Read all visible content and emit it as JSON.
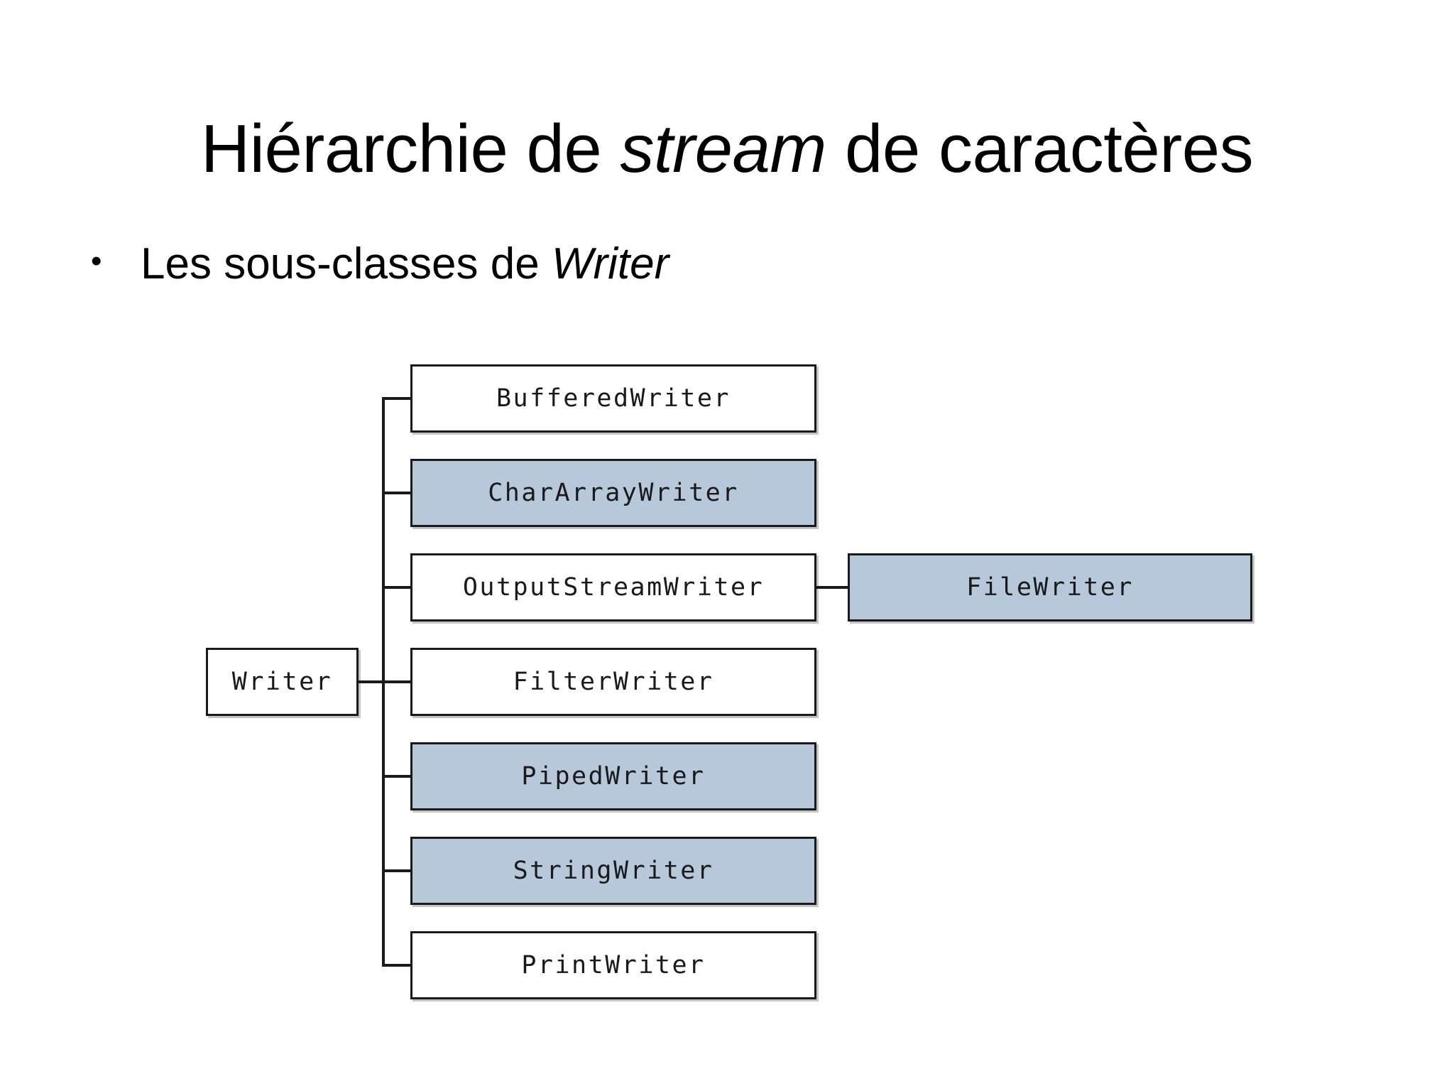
{
  "slide": {
    "title": {
      "part1": "Hiérarchie de ",
      "emphasis": "stream",
      "part2": " de caractères",
      "full": "Hiérarchie de stream de caractères"
    },
    "bullets": [
      {
        "marker": "•",
        "text_before": "Les sous-classes de ",
        "emphasis": "Writer",
        "text_after": ""
      }
    ]
  },
  "diagram": {
    "type": "class-hierarchy-tree",
    "root": {
      "label": "Writer",
      "filled": false
    },
    "colors": {
      "box_fill_highlight": "#b6c8da",
      "box_fill_plain": "#ffffff",
      "box_border": "#1a1a1a",
      "connector": "#1a1a1a",
      "shadow": "#969696"
    },
    "children": [
      {
        "label": "BufferedWriter",
        "filled": false
      },
      {
        "label": "CharArrayWriter",
        "filled": true
      },
      {
        "label": "OutputStreamWriter",
        "filled": false
      },
      {
        "label": "FilterWriter",
        "filled": false
      },
      {
        "label": "PipedWriter",
        "filled": true
      },
      {
        "label": "StringWriter",
        "filled": true
      },
      {
        "label": "PrintWriter",
        "filled": false
      }
    ],
    "grandchildren": [
      {
        "label": "FileWriter",
        "filled": true,
        "parent": "OutputStreamWriter"
      }
    ]
  }
}
